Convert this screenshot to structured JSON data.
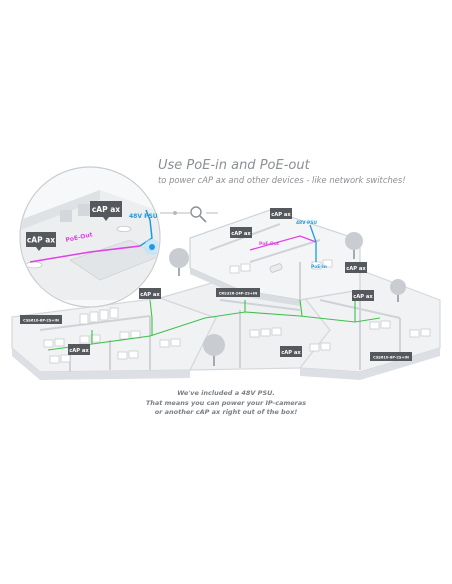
{
  "heading": {
    "title": "Use PoE-in and PoE-out",
    "subtitle": "to power cAP ax and other devices - like network switches!"
  },
  "caption": {
    "line1": "We've included a 48V PSU.",
    "line2": "That means you can power your IP-cameras",
    "line3": "or another cAP ax right out of the box!"
  },
  "zoom": {
    "cap_left": "cAP ax",
    "cap_right": "cAP ax",
    "psu_label": "48V PSU",
    "poe_out_label": "PoE-Out",
    "magnifier": "magnifier-icon"
  },
  "map": {
    "cap_labels": [
      "cAP ax",
      "cAP ax",
      "cAP ax",
      "cAP ax",
      "cAP ax",
      "cAP ax",
      "cAP ax"
    ],
    "switch_labels": [
      "CSS610-8P-2S+IN",
      "CRS326-24P-2S+IN",
      "CSS610-8P-2S+IN"
    ],
    "poe_out_small": "PoE-Out",
    "psu_small": "48V PSU",
    "poe_in_small": "PoE-In"
  },
  "colors": {
    "poe_out": "#e040e8",
    "psu": "#1e9be0",
    "ethernet": "#3ec24a",
    "label_box": "#55585d",
    "room_floor": "#f2f3f4",
    "wall": "#d3d6da"
  }
}
